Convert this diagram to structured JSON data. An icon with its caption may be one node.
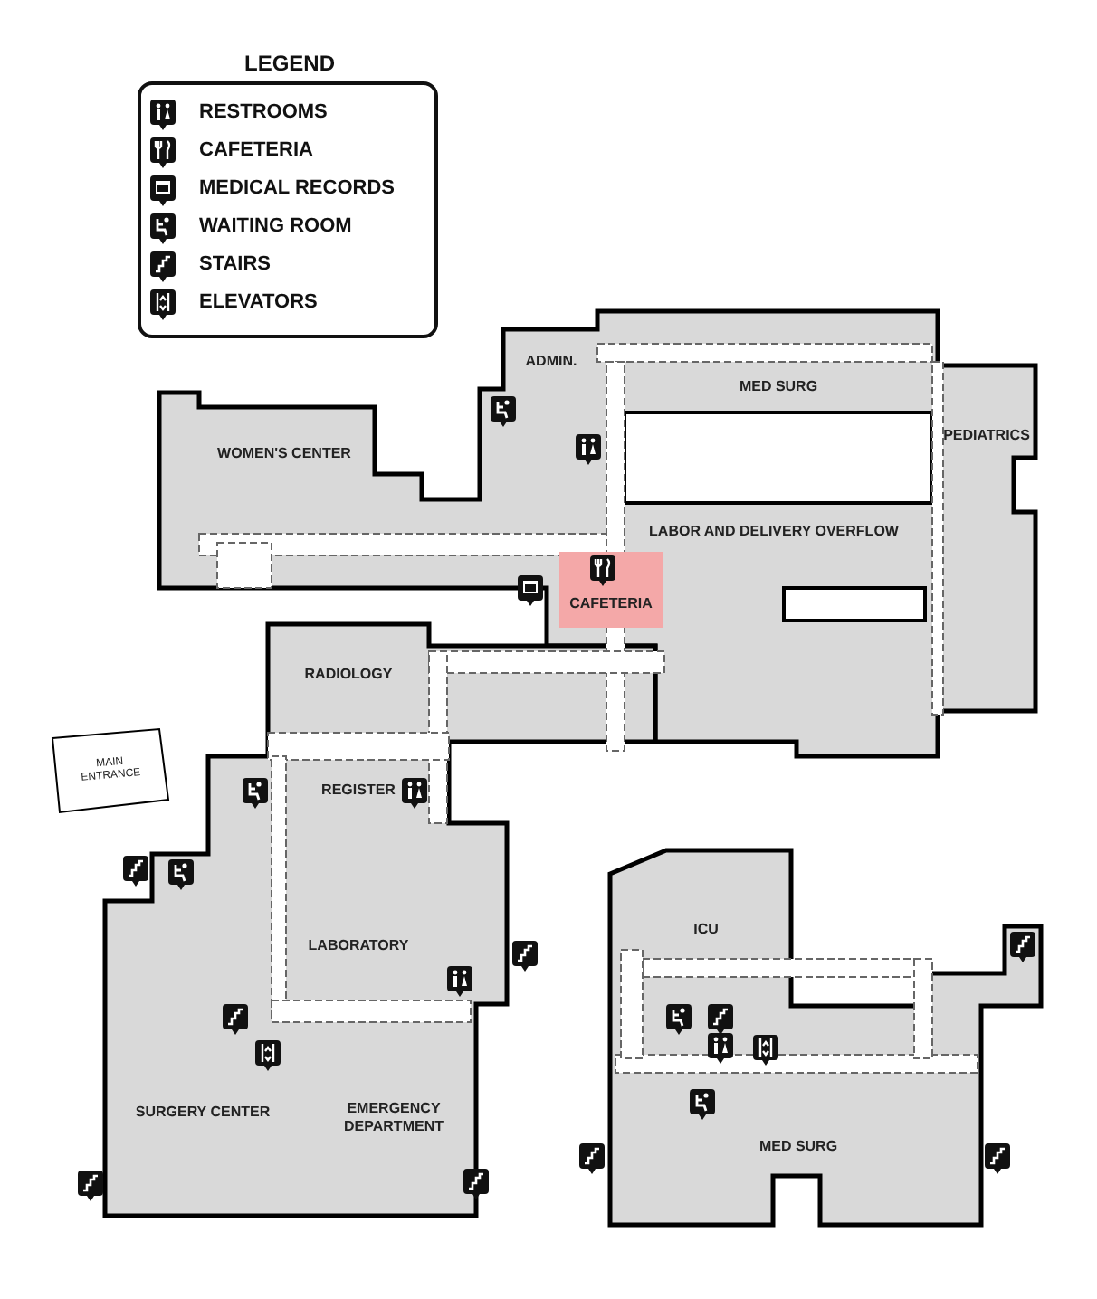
{
  "diagram": {
    "nodes": [
      {
        "text": [
          "ADMIN."
        ]
      },
      {
        "text": [
          "MED SURG"
        ]
      },
      {
        "text": [
          "WOMEN'S CENTER"
        ]
      },
      {
        "text": [
          "PEDIATRICS"
        ]
      },
      {
        "text": [
          "LABOR AND DELIVERY OVERFLOW"
        ]
      },
      {
        "text": [
          "CAFETERIA"
        ]
      },
      {
        "text": [
          "RADIOLOGY"
        ]
      },
      {
        "text": [
          "MAIN ENTRANCE"
        ]
      },
      {
        "text": [
          "REGISTER"
        ]
      },
      {
        "text": [
          "LABORATORY"
        ]
      },
      {
        "text": [
          "ICU"
        ]
      },
      {
        "text": [
          "SURGERY CENTER"
        ]
      },
      {
        "text": [
          "EMERGENCY DEPARTMENT"
        ]
      },
      {
        "text": [
          "MED SURG"
        ]
      }
    ],
    "labels": [
      "LEGEND"
    ],
    "legend": [
      {
        "text": "RESTROOMS"
      },
      {
        "text": "CAFETERIA"
      },
      {
        "text": "MEDICAL RECORDS"
      },
      {
        "text": "WAITING ROOM"
      },
      {
        "text": "STAIRS"
      },
      {
        "text": "ELEVATORS"
      }
    ]
  }
}
